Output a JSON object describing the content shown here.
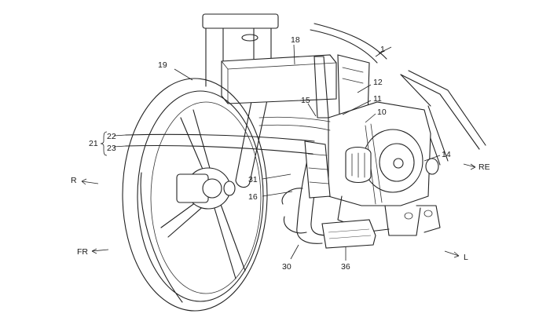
{
  "labels": {
    "ref_1": "1",
    "ref_10": "10",
    "ref_11": "11",
    "ref_12": "12",
    "ref_14": "14",
    "ref_15": "15",
    "ref_16": "16",
    "ref_18": "18",
    "ref_19": "19",
    "ref_21": "21",
    "ref_22": "22",
    "ref_23": "23",
    "ref_30": "30",
    "ref_31": "31",
    "ref_36": "36",
    "dir_r": "R",
    "dir_re": "RE",
    "dir_fr": "FR",
    "dir_l": "L"
  }
}
